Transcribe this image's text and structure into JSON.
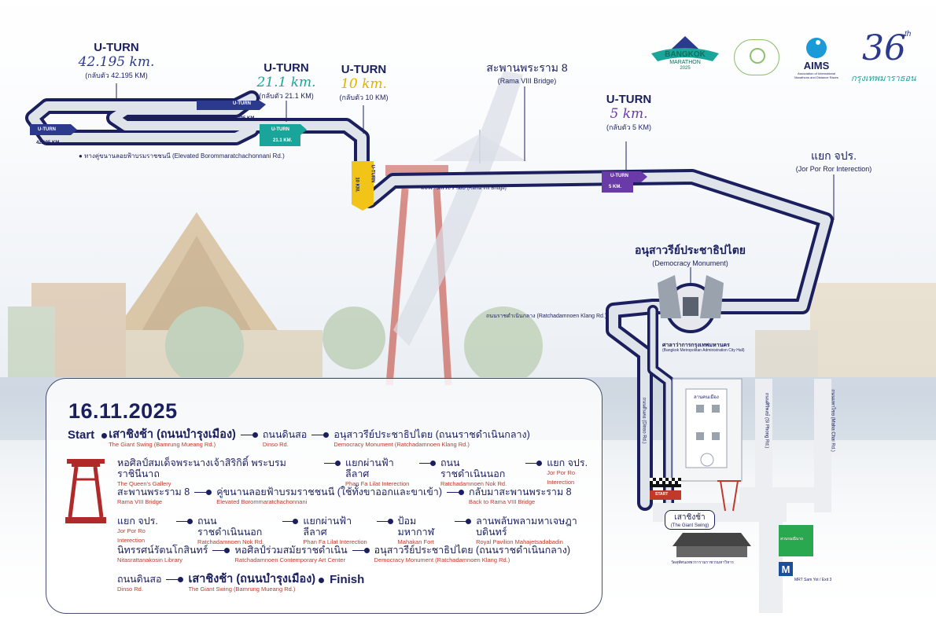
{
  "uturns": {
    "u42": {
      "title": "U-TURN",
      "dist": "42.195 km.",
      "sub": "(กลับตัว 42.195 KM)"
    },
    "u21": {
      "title": "U-TURN",
      "dist": "21.1 km.",
      "sub": "(กลับตัว 21.1 KM)"
    },
    "u10": {
      "title": "U-TURN",
      "dist": "10 km.",
      "sub": "(กลับตัว 10 KM)"
    },
    "u5": {
      "title": "U-TURN",
      "dist": "5 km.",
      "sub": "(กลับตัว 5 KM)"
    }
  },
  "route_badges": {
    "b42_top": "U-TURN",
    "b42_topdist": "42.195 KM.",
    "b42_bot": "U-TURN",
    "b42_botdist": "42.195 KM.",
    "b21": "U-TURN",
    "b21dist": "21.1 KM.",
    "b10": "U-TURN",
    "b10dist": "10 KM.",
    "b5": "U-TURN",
    "b5dist": "5 KM."
  },
  "places": {
    "rama8_th": "สะพานพระราม 8",
    "rama8_en": "(Rama VIII Bridge)",
    "jpr_th": "แยก จปร.",
    "jpr_en": "(Jor Por Ror Interection)",
    "demo_th": "อนุสาวรีย์ประชาธิปไตย",
    "demo_en": "(Democracy Monument)",
    "elevated": "ทางคู่ขนานลอยฟ้าบรมราชชนนี (Elevated Borommaratchachonnani Rd.)",
    "rama8_road_th": "สะพานพระราม8",
    "rama8_road_en": "(Rama VIII Bridge)",
    "ratchadamnoen_klang": "ถนนราชดำเนินกลาง (Ratchadamnoen Klang Rd.)",
    "swing_th": "เสาชิงช้า",
    "swing_en": "(The Giant Swing)",
    "bma": "ศาลาว่าการกรุงเทพมหานคร",
    "bma_en": "(Bangkok Metropolitan Administration City Hall)",
    "lanmuang": "ลานคนเมือง",
    "dinso": "ถนนดินสอ (Dinso Rd.)",
    "siphong": "ถนนศิริพงษ์ (Si Phong Rd.)",
    "maha_chai": "ถนนมหาไชย (Maha Chai Rd.)",
    "start_finish": "START",
    "wat_suthat": "วัดสุทัศนเทพวรารามราชวรมหาวิหาร",
    "mrt": "MRT Sam Yot / Exit 3",
    "park": "สวนรมณีนาถ"
  },
  "logos": {
    "bangkok": "BANGKOK",
    "marathon": "MARATHON",
    "year": "2025",
    "aims": "AIMS",
    "aims_sub": "Association of International Marathons and Distance Races",
    "edition": "36",
    "edition_sup": "th",
    "edition_th": "กรุงเทพมาราธอน"
  },
  "schedule": {
    "date": "16.11.2025",
    "start_kw": "Start",
    "finish_kw": "Finish",
    "rows": [
      [
        {
          "th": "เสาชิงช้า (ถนนบำรุงเมือง)",
          "en": "The Giant Swing (Bamrung Mueang Rd.)"
        },
        {
          "th": "ถนนดินสอ",
          "en": "Dinso Rd."
        },
        {
          "th": "อนุสาวรีย์ประชาธิปไตย (ถนนราชดำเนินกลาง)",
          "en": "Democracy Monument (Ratchadamnoen Klang Rd.)"
        }
      ],
      [
        {
          "th": "หอศิลป์สมเด็จพระนางเจ้าสิริกิติ์ พระบรมราชินีนาถ",
          "en": "The Queen's Gallery"
        },
        {
          "th": "แยกผ่านฟ้าลีลาศ",
          "en": "Phan Fa Lilat Interection"
        },
        {
          "th": "ถนนราชดำเนินนอก",
          "en": "Ratchadamnoen Nok Rd."
        },
        {
          "th": "แยก จปร.",
          "en": "Jor Por Ro Interection"
        }
      ],
      [
        {
          "th": "สะพานพระราม 8",
          "en": "Rama VIII Bridge"
        },
        {
          "th": "คู่ขนานลอยฟ้าบรมราชชนนี (ใช้ทั้งขาออกและขาเข้า)",
          "en": "Elevated Borommaratchachonnani"
        },
        {
          "th": "กลับมาสะพานพระราม 8",
          "en": "Back to Rama VIII Bridge"
        }
      ],
      [
        {
          "th": "แยก จปร.",
          "en": "Jor Por Ro Interection"
        },
        {
          "th": "ถนนราชดำเนินนอก",
          "en": "Ratchadamnoen Nok Rd."
        },
        {
          "th": "แยกผ่านฟ้าลีลาศ",
          "en": "Phan Fa Lilat Interection"
        },
        {
          "th": "ป้อมมหากาฬ",
          "en": "Mahakan Fort"
        },
        {
          "th": "ลานพลับพลามหาเจษฎาบดินทร์",
          "en": "Royal Pavilion Mahajetsadabadin"
        }
      ],
      [
        {
          "th": "นิทรรศน์รัตนโกสินทร์",
          "en": "Nitasrattanakosin Library"
        },
        {
          "th": "หอศิลป์ร่วมสมัยราชดำเนิน",
          "en": "Ratchadamnoen Contemporary Art Center"
        },
        {
          "th": "อนุสาวรีย์ประชาธิปไตย (ถนนราชดำเนินกลาง)",
          "en": "Democracy Monument (Ratchadamnoen Klang Rd.)"
        }
      ],
      [
        {
          "th": "ถนนดินสอ",
          "en": "Dinso Rd."
        },
        {
          "th": "เสาชิงช้า (ถนนบำรุงเมือง)",
          "en": "The Giant Swing (Bamrung Mueang Rd.)"
        }
      ]
    ]
  },
  "colors": {
    "route": "#1b1f5e",
    "u42": "#2b3a8c",
    "u21": "#1aa59a",
    "u10": "#f2c417",
    "u5": "#6a3aa8",
    "swing": "#b02a2a"
  }
}
